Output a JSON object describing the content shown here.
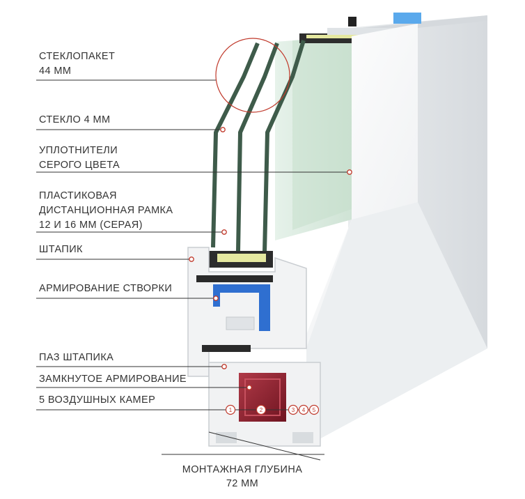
{
  "labels": {
    "glazing_unit": [
      "СТЕКЛОПАКЕТ",
      "44 ММ"
    ],
    "glass": [
      "СТЕКЛО 4 ММ"
    ],
    "seals": [
      "УПЛОТНИТЕЛИ",
      "СЕРОГО ЦВЕТА"
    ],
    "spacer": [
      "ПЛАСТИКОВАЯ",
      "ДИСТАНЦИОННАЯ РАМКА",
      "12 И 16 ММ (СЕРАЯ)"
    ],
    "bead": [
      "ШТАПИК"
    ],
    "sash_reinforcement": [
      "АРМИРОВАНИЕ СТВОРКИ"
    ],
    "bead_groove": [
      "ПАЗ ШТАПИКА"
    ],
    "closed_reinforcement": [
      "ЗАМКНУТОЕ АРМИРОВАНИЕ"
    ],
    "air_chambers": [
      "5 ВОЗДУШНЫХ КАМЕР"
    ]
  },
  "depth": [
    "МОНТАЖНАЯ ГЛУБИНА",
    "72 ММ"
  ],
  "chamber_numbers": [
    "1",
    "2",
    "3",
    "4",
    "5"
  ],
  "colors": {
    "profile_white": "#f4f5f6",
    "glass_edge": "#3e5b4a",
    "glass_tint": "#dcebe0",
    "seal_gray": "#2d2d2d",
    "spacer_yellow": "#e5e8a0",
    "steel_blue": "#2f6fd0",
    "closed_reinforcement": "#8e1e2c",
    "leader_line": "#333333",
    "marker_red": "#c0392b"
  }
}
